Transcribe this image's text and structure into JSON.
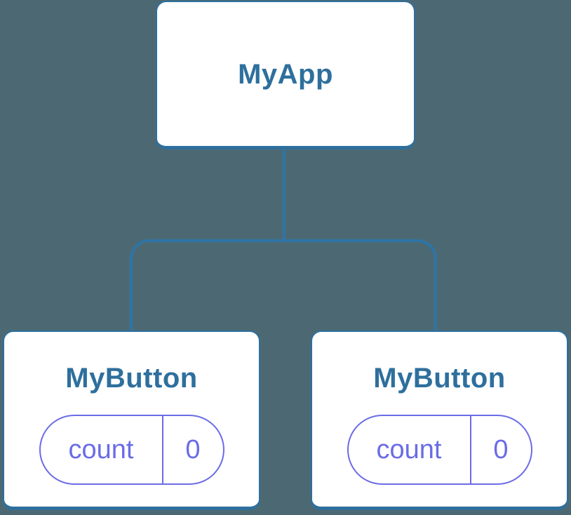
{
  "diagram": {
    "description": "React component tree diagram: parent component with two child components each holding isolated state",
    "background_color": "#4C6973",
    "node_fill_color": "#FFFFFF",
    "node_border_color": "#2E6F9D",
    "node_title_color": "#2E6F9D",
    "connector_color": "#2E74A6",
    "state_accent_color": "#6A6CE6",
    "root": {
      "label": "MyApp"
    },
    "children": [
      {
        "label": "MyButton",
        "state": {
          "name": "count",
          "value": "0"
        }
      },
      {
        "label": "MyButton",
        "state": {
          "name": "count",
          "value": "0"
        }
      }
    ]
  }
}
